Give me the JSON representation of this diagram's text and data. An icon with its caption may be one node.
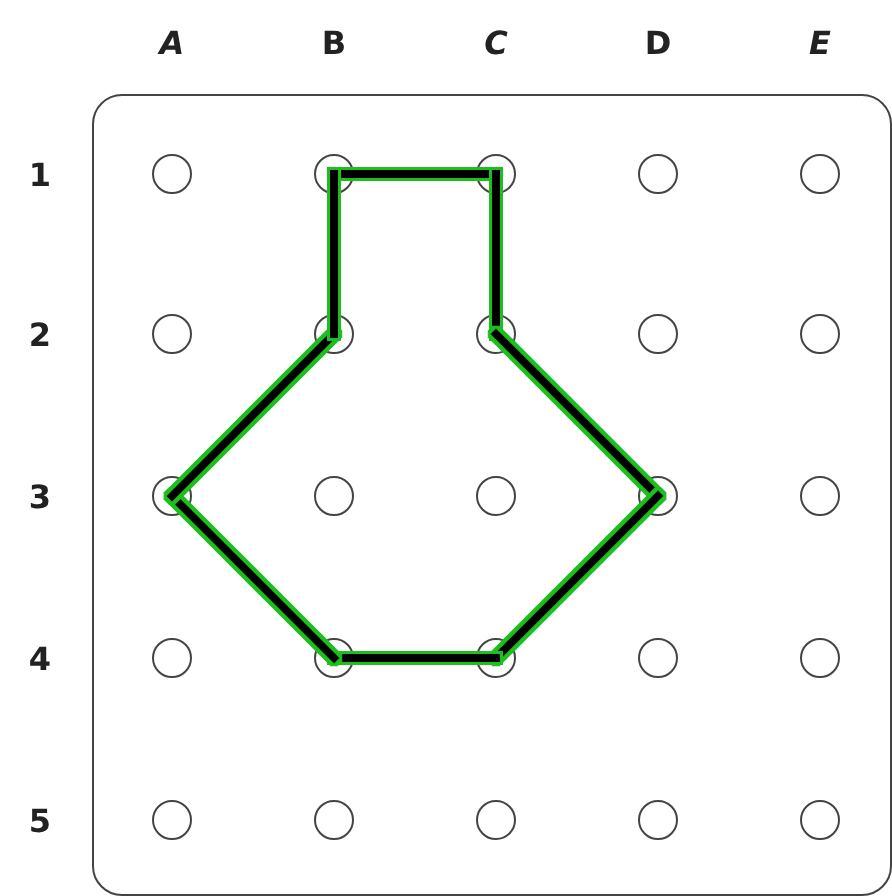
{
  "diagram": {
    "nodes": [
      {
        "text": [],
        "shape": "box"
      },
      {
        "text": [],
        "shape": "circle",
        "in": 0
      },
      {
        "text": [],
        "shape": "circle",
        "in": 0
      },
      {
        "text": [],
        "shape": "circle",
        "in": 0
      },
      {
        "text": [],
        "shape": "circle",
        "in": 0
      },
      {
        "text": [],
        "shape": "circle",
        "in": 0
      },
      {
        "text": [],
        "shape": "circle",
        "in": 0
      },
      {
        "text": [],
        "shape": "circle",
        "in": 0
      },
      {
        "text": [],
        "shape": "circle",
        "in": 0
      },
      {
        "text": [],
        "shape": "circle",
        "in": 0
      },
      {
        "text": [],
        "shape": "circle",
        "in": 0
      },
      {
        "text": [],
        "shape": "circle",
        "in": 0
      },
      {
        "text": [],
        "shape": "circle",
        "in": 0
      },
      {
        "text": [],
        "shape": "circle",
        "in": 0
      },
      {
        "text": [],
        "shape": "circle",
        "in": 0
      },
      {
        "text": [],
        "shape": "circle",
        "in": 0
      },
      {
        "text": [],
        "shape": "circle",
        "in": 0
      },
      {
        "text": [],
        "shape": "circle",
        "in": 0
      },
      {
        "text": [],
        "shape": "circle",
        "in": 0
      },
      {
        "text": [],
        "shape": "circle",
        "in": 0
      },
      {
        "text": [],
        "shape": "circle",
        "in": 0
      },
      {
        "text": [],
        "shape": "circle",
        "in": 0
      },
      {
        "text": [],
        "shape": "circle",
        "in": 0
      },
      {
        "text": [],
        "shape": "circle",
        "in": 0
      },
      {
        "text": [],
        "shape": "circle",
        "in": 0
      },
      {
        "text": [],
        "shape": "circle",
        "in": 0
      }
    ],
    "edges": [
      {
        "from": 2,
        "to": 3,
        "arrow": "none"
      },
      {
        "from": 3,
        "to": 8,
        "arrow": "none"
      },
      {
        "from": 8,
        "to": 14,
        "arrow": "none"
      },
      {
        "from": 14,
        "to": 18,
        "arrow": "none"
      },
      {
        "from": 18,
        "to": 17,
        "arrow": "none"
      },
      {
        "from": 17,
        "to": 11,
        "arrow": "none"
      },
      {
        "from": 11,
        "to": 7,
        "arrow": "none"
      },
      {
        "from": 7,
        "to": 2,
        "arrow": "none"
      }
    ],
    "labels": [
      "A",
      "B",
      "C",
      "D",
      "E",
      "1",
      "2",
      "3",
      "4",
      "5"
    ]
  }
}
